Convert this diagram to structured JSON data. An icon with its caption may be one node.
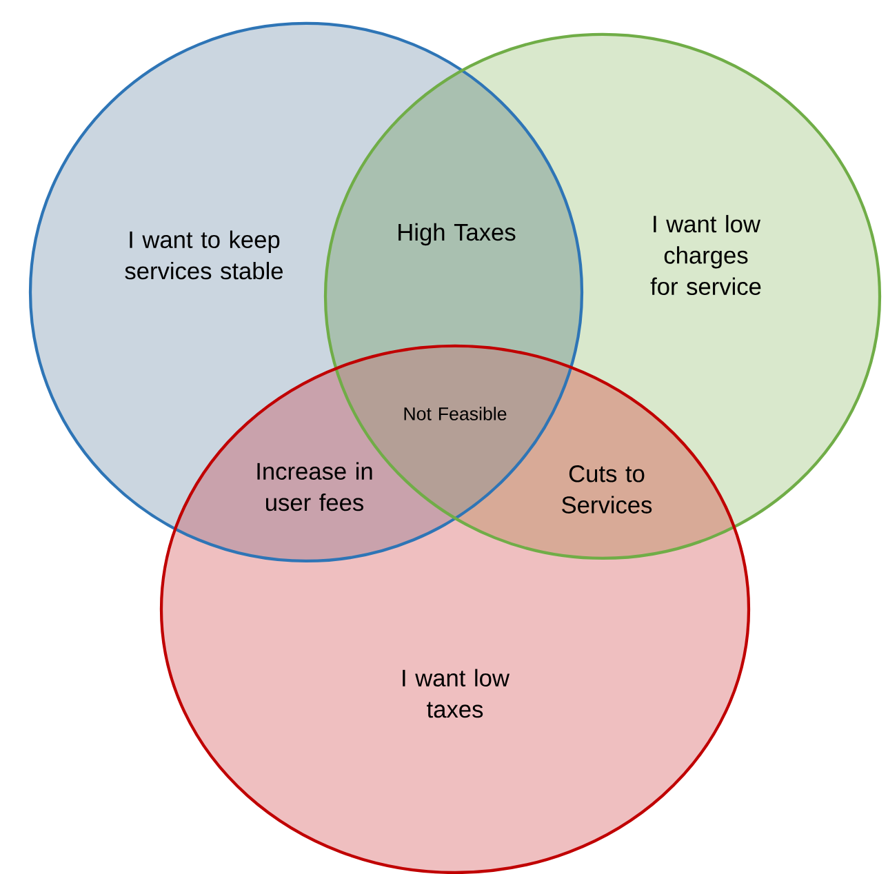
{
  "diagram": {
    "nodes": [
      {
        "text": [
          "I want to keep services stable"
        ]
      },
      {
        "text": [
          "I want low charges for service"
        ]
      },
      {
        "text": [
          "I want low taxes"
        ]
      }
    ],
    "labels": [
      "High Taxes",
      "Not Feasible",
      "Increase in user fees",
      "Cuts to Services"
    ]
  }
}
